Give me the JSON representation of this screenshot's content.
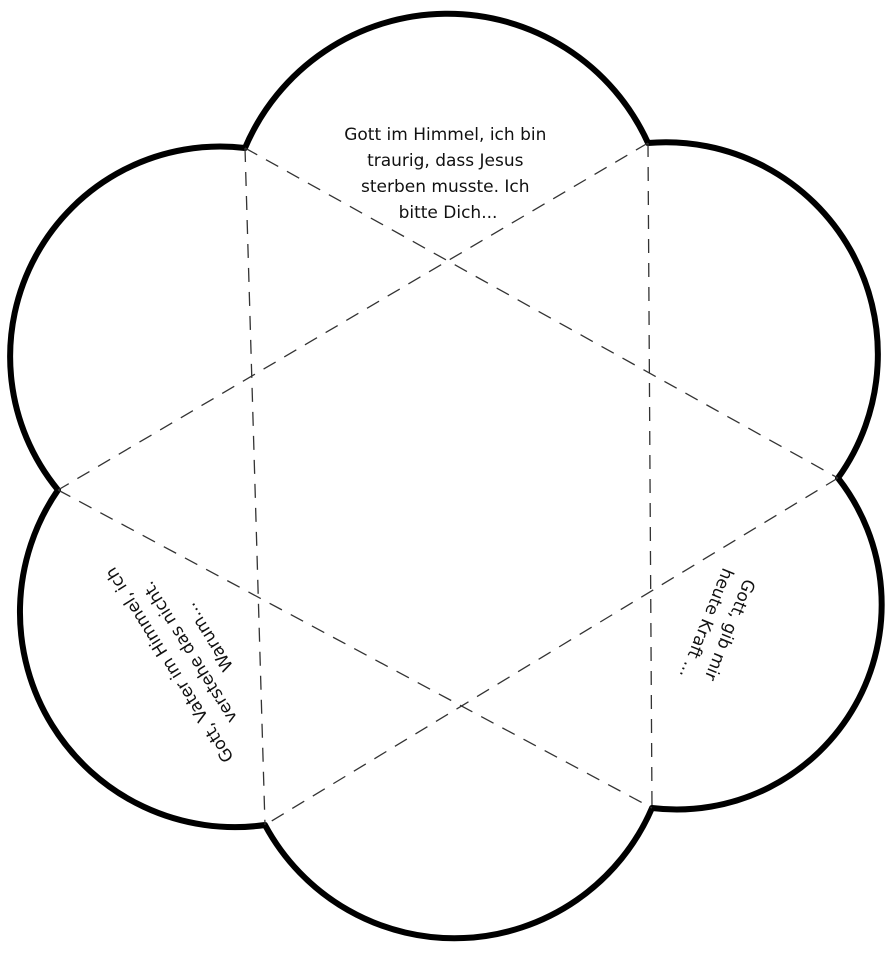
{
  "template": {
    "top_text": [
      "Gott im Himmel, ich bin",
      "traurig, dass Jesus",
      "sterben musste. Ich",
      "bitte Dich..."
    ],
    "right_text": [
      "Gott, gib mir",
      "heute Kraft ..."
    ],
    "left_text": [
      "Gott, Vater im Himmel, ich",
      "verstehe das nicht.",
      "Warum..."
    ]
  }
}
